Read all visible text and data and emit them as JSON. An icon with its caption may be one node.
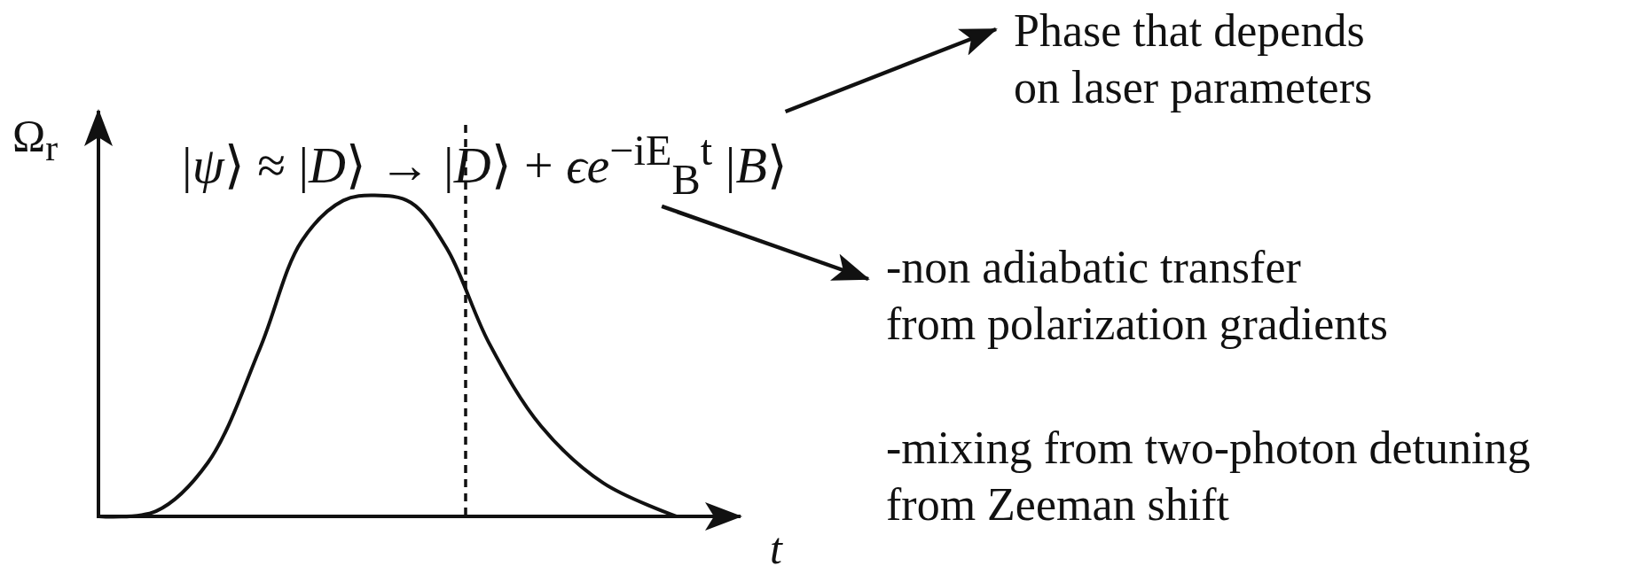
{
  "diagram": {
    "nodes": [
      {
        "text": [
          "|*ψ*⟩ ≈ |*D*⟩ → |*D*⟩ + *ϵe*$^{−iE}$$_{B}$$^{t}$ |*B*⟩"
        ]
      },
      {
        "text": [
          "Phase that depends on laser parameters"
        ]
      },
      {
        "text": [
          "-non adiabatic transfer from polarization gradients",
          "-mixing from two-photon detuning from Zeeman shift"
        ]
      }
    ],
    "edges": [
      {
        "from": 0,
        "to": 1,
        "arrow": "to"
      },
      {
        "from": 0,
        "to": 2,
        "arrow": "to"
      }
    ],
    "labels": [
      "Ω$_{r}$",
      "t"
    ]
  }
}
